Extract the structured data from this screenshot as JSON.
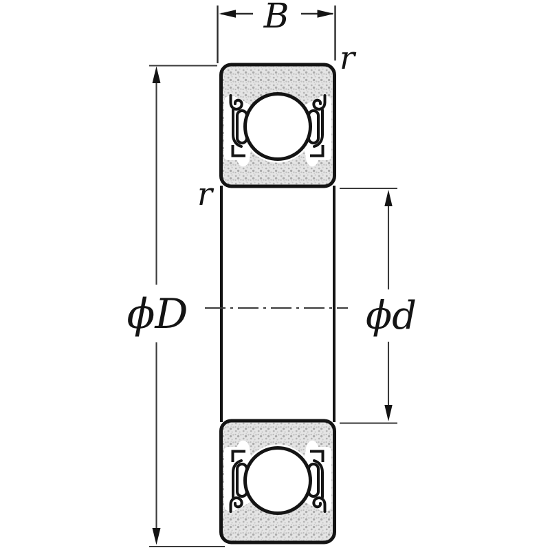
{
  "figure": {
    "type": "technical-drawing",
    "subject": "shielded deep-groove ball bearing cross-section with boundary dimensions",
    "labels": {
      "width": "B",
      "chamfer_outer": "r",
      "chamfer_inner": "r",
      "outer_diameter": "ϕD",
      "bore_diameter": "ϕd"
    },
    "colors": {
      "line": "#141414",
      "dimension_line": "#3a3a3a",
      "section_fill_base": "#e4e4e4",
      "section_fill_speckle": "#ababab",
      "background": "#ffffff"
    }
  }
}
